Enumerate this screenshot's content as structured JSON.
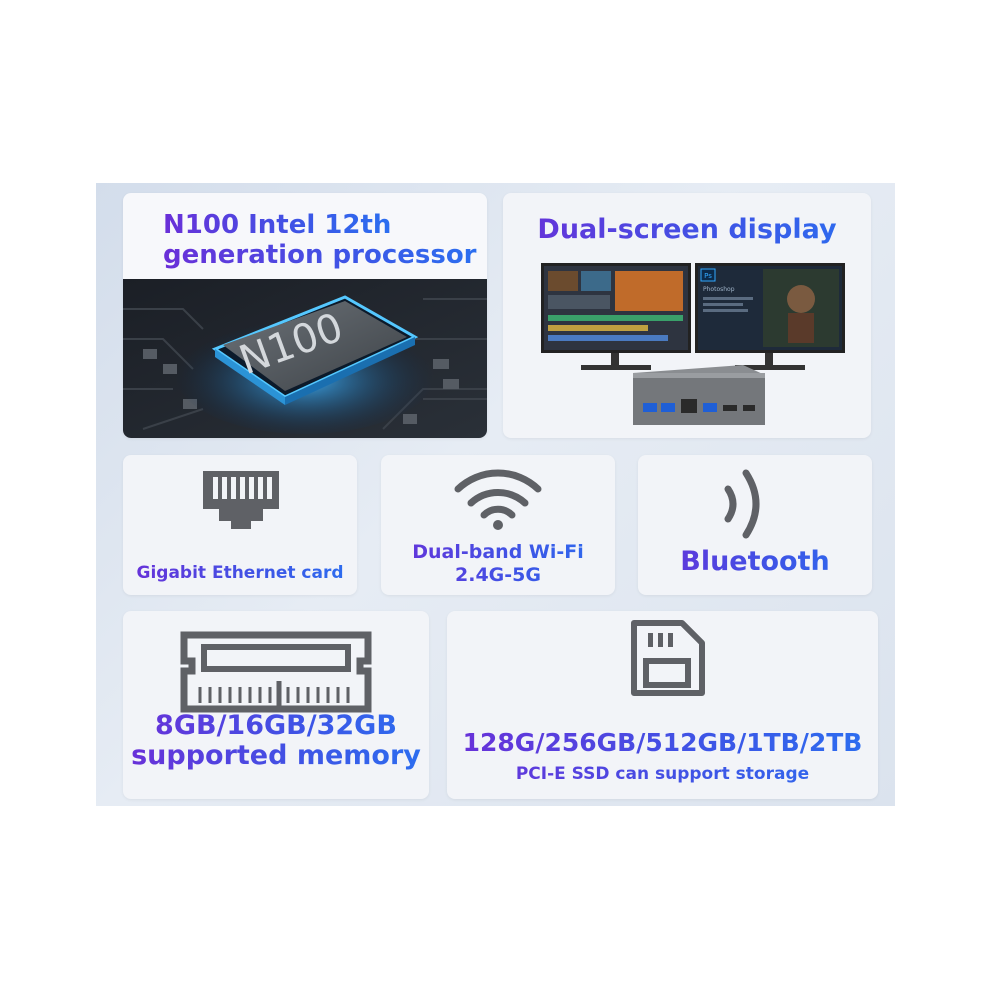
{
  "cards": {
    "cpu": {
      "title_line1": "N100 Intel 12th",
      "title_line2": "generation processor",
      "chip_text": "N100"
    },
    "dual_screen": {
      "title": "Dual-screen display",
      "ps_badge": "Ps",
      "ps_label": "Photoshop"
    },
    "ethernet": {
      "label": "Gigabit Ethernet card",
      "icon": "ethernet-port-icon"
    },
    "wifi": {
      "label_line1": "Dual-band Wi-Fi",
      "label_line2": "2.4G-5G",
      "icon": "wifi-icon"
    },
    "bluetooth": {
      "label": "Bluetooth",
      "icon": "bluetooth-waves-icon"
    },
    "memory": {
      "label_line1": "8GB/16GB/32GB",
      "label_line2": "supported memory",
      "icon": "ram-module-icon"
    },
    "storage": {
      "label_line1": "128G/256GB/512GB/1TB/2TB",
      "label_line2": "PCI-E SSD can support storage",
      "icon": "sd-card-icon"
    }
  },
  "colors": {
    "text_gradient_start": "#6a2fd8",
    "text_gradient_end": "#2b6ff0",
    "icon_gray": "#5f6166",
    "panel_bg": "#dde4ef"
  }
}
